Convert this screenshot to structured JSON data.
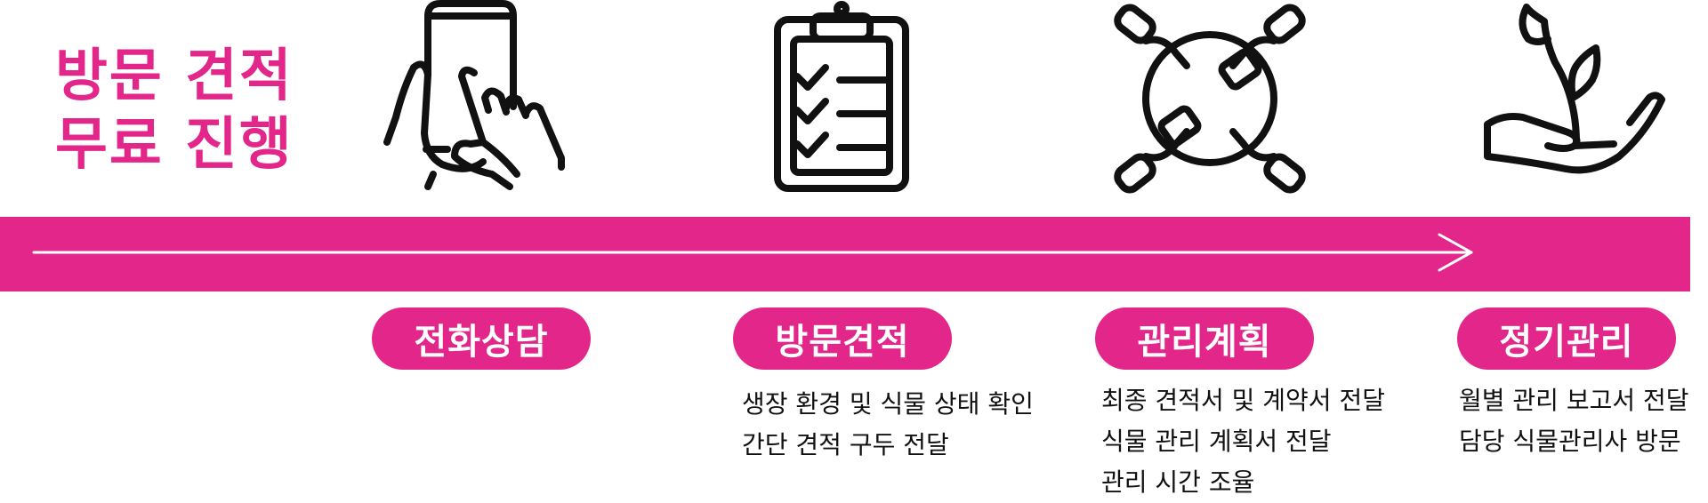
{
  "title": {
    "line1": "방문 견적",
    "line2": "무료 진행"
  },
  "colors": {
    "accent": "#e3278a",
    "icon_stroke": "#111111",
    "text": "#111111"
  },
  "steps": [
    {
      "icon": "phone-touch-icon",
      "label": "전화상담",
      "lines": []
    },
    {
      "icon": "clipboard-checklist-icon",
      "label": "방문견적",
      "lines": [
        "생장 환경 및 식물 상태 확인",
        "간단 견적 구두 전달"
      ]
    },
    {
      "icon": "handshake-agreement-icon",
      "label": "관리계획",
      "lines": [
        "최종 견적서 및 계약서 전달",
        "식물 관리 계획서 전달",
        "관리 시간 조율"
      ]
    },
    {
      "icon": "hand-plant-sprout-icon",
      "label": "정기관리",
      "lines": [
        "월별 관리 보고서 전달",
        "담당  식물관리사 방문"
      ]
    }
  ]
}
